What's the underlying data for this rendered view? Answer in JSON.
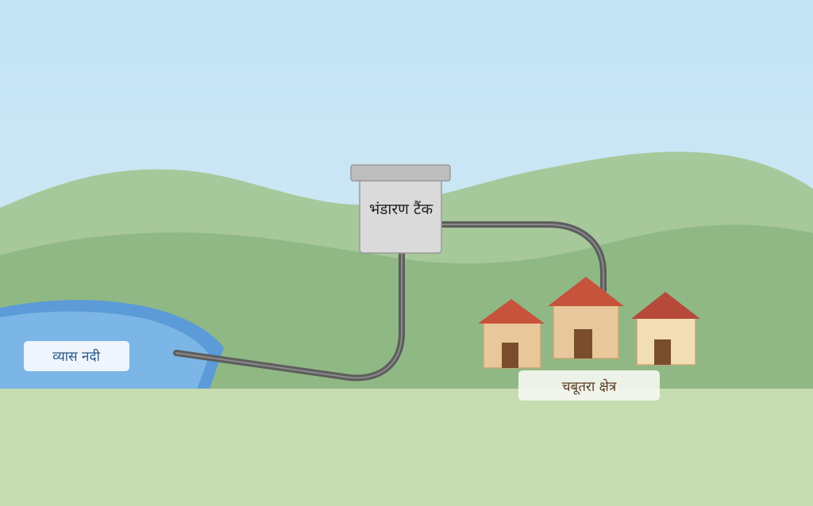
{
  "labels": {
    "river": "व्यास नदी",
    "tank": "भंडारण टैंक",
    "settlement": "चबूतरा क्षेत्र"
  },
  "colors": {
    "sky_top": "#c2e3f3",
    "sky_bottom": "#d9edf7",
    "hill_back": "#a7c89a",
    "hill_front": "#8fb884",
    "ground": "#c5dcb0",
    "river": "#7cb6e6",
    "river_edge": "#5b9bd8",
    "pipe": "#5d5d5d",
    "tank_body": "#dadada",
    "tank_lid": "#bdbdbd",
    "roof": "#c7533c",
    "roof_dark": "#b5493a",
    "wall": "#e8c89a",
    "wall_light": "#f2deb5",
    "door": "#7a4e2d",
    "label_bg": "#eef5fc",
    "label_text": "#2a5a86",
    "settlement_label_text": "#5a3c24"
  }
}
